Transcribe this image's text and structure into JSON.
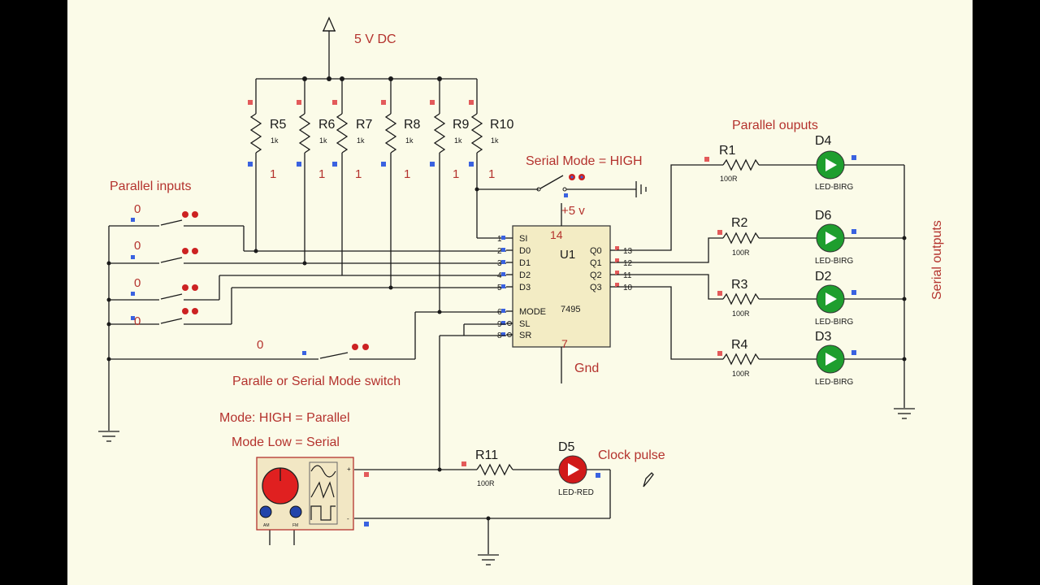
{
  "supply_label": "5 V DC",
  "serial_mode_label": "Serial Mode = HIGH",
  "parallel_inputs_label": "Parallel inputs",
  "parallel_outputs_label": "Parallel ouputs",
  "serial_outputs_label": "Serial outputs",
  "mode_switch_label": "Paralle or Serial Mode switch",
  "mode_high_label": "Mode: HIGH = Parallel",
  "mode_low_label": "Mode Low = Serial",
  "clock_label": "Clock pulse",
  "vcc_label": "+5 v",
  "gnd_label": "Gnd",
  "chip": {
    "name": "U1",
    "part": "7495",
    "vcc_pin": "14",
    "gnd_pin": "7",
    "in_pins": [
      {
        "num": "1",
        "name": "SI"
      },
      {
        "num": "2",
        "name": "D0"
      },
      {
        "num": "3",
        "name": "D1"
      },
      {
        "num": "4",
        "name": "D2"
      },
      {
        "num": "5",
        "name": "D3"
      },
      {
        "num": "6",
        "name": "MODE"
      },
      {
        "num": "9",
        "name": "SL"
      },
      {
        "num": "8",
        "name": "SR"
      }
    ],
    "out_pins": [
      {
        "num": "13",
        "name": "Q0"
      },
      {
        "num": "12",
        "name": "Q1"
      },
      {
        "num": "11",
        "name": "Q2"
      },
      {
        "num": "10",
        "name": "Q3"
      }
    ]
  },
  "pullups": [
    {
      "ref": "R5",
      "val": "1k",
      "state": "1"
    },
    {
      "ref": "R6",
      "val": "1k",
      "state": "1"
    },
    {
      "ref": "R7",
      "val": "1k",
      "state": "1"
    },
    {
      "ref": "R8",
      "val": "1k",
      "state": "1"
    },
    {
      "ref": "R9",
      "val": "1k",
      "state": "1"
    },
    {
      "ref": "R10",
      "val": "1k",
      "state": "1"
    }
  ],
  "switches": [
    {
      "state": "0"
    },
    {
      "state": "0"
    },
    {
      "state": "0"
    },
    {
      "state": "0"
    }
  ],
  "mode_switch_state": "0",
  "output_stages": [
    {
      "res": "R1",
      "rval": "100R",
      "led": "D4",
      "lval": "LED-BIRG"
    },
    {
      "res": "R2",
      "rval": "100R",
      "led": "D6",
      "lval": "LED-BIRG"
    },
    {
      "res": "R3",
      "rval": "100R",
      "led": "D2",
      "lval": "LED-BIRG"
    },
    {
      "res": "R4",
      "rval": "100R",
      "led": "D3",
      "lval": "LED-BIRG"
    }
  ],
  "clock_stage": {
    "res": "R11",
    "rval": "100R",
    "led": "D5",
    "lval": "LED-RED"
  },
  "generator": {
    "am": "AM",
    "fm": "FM"
  },
  "colors": {
    "page": "#fbfbe8",
    "label": "#b4322d",
    "wire": "#1a1a1a",
    "pin_red": "#e35a5a",
    "pin_blue": "#3a62e0",
    "led_green": "#1e9e2e",
    "led_red": "#d11a1a"
  }
}
